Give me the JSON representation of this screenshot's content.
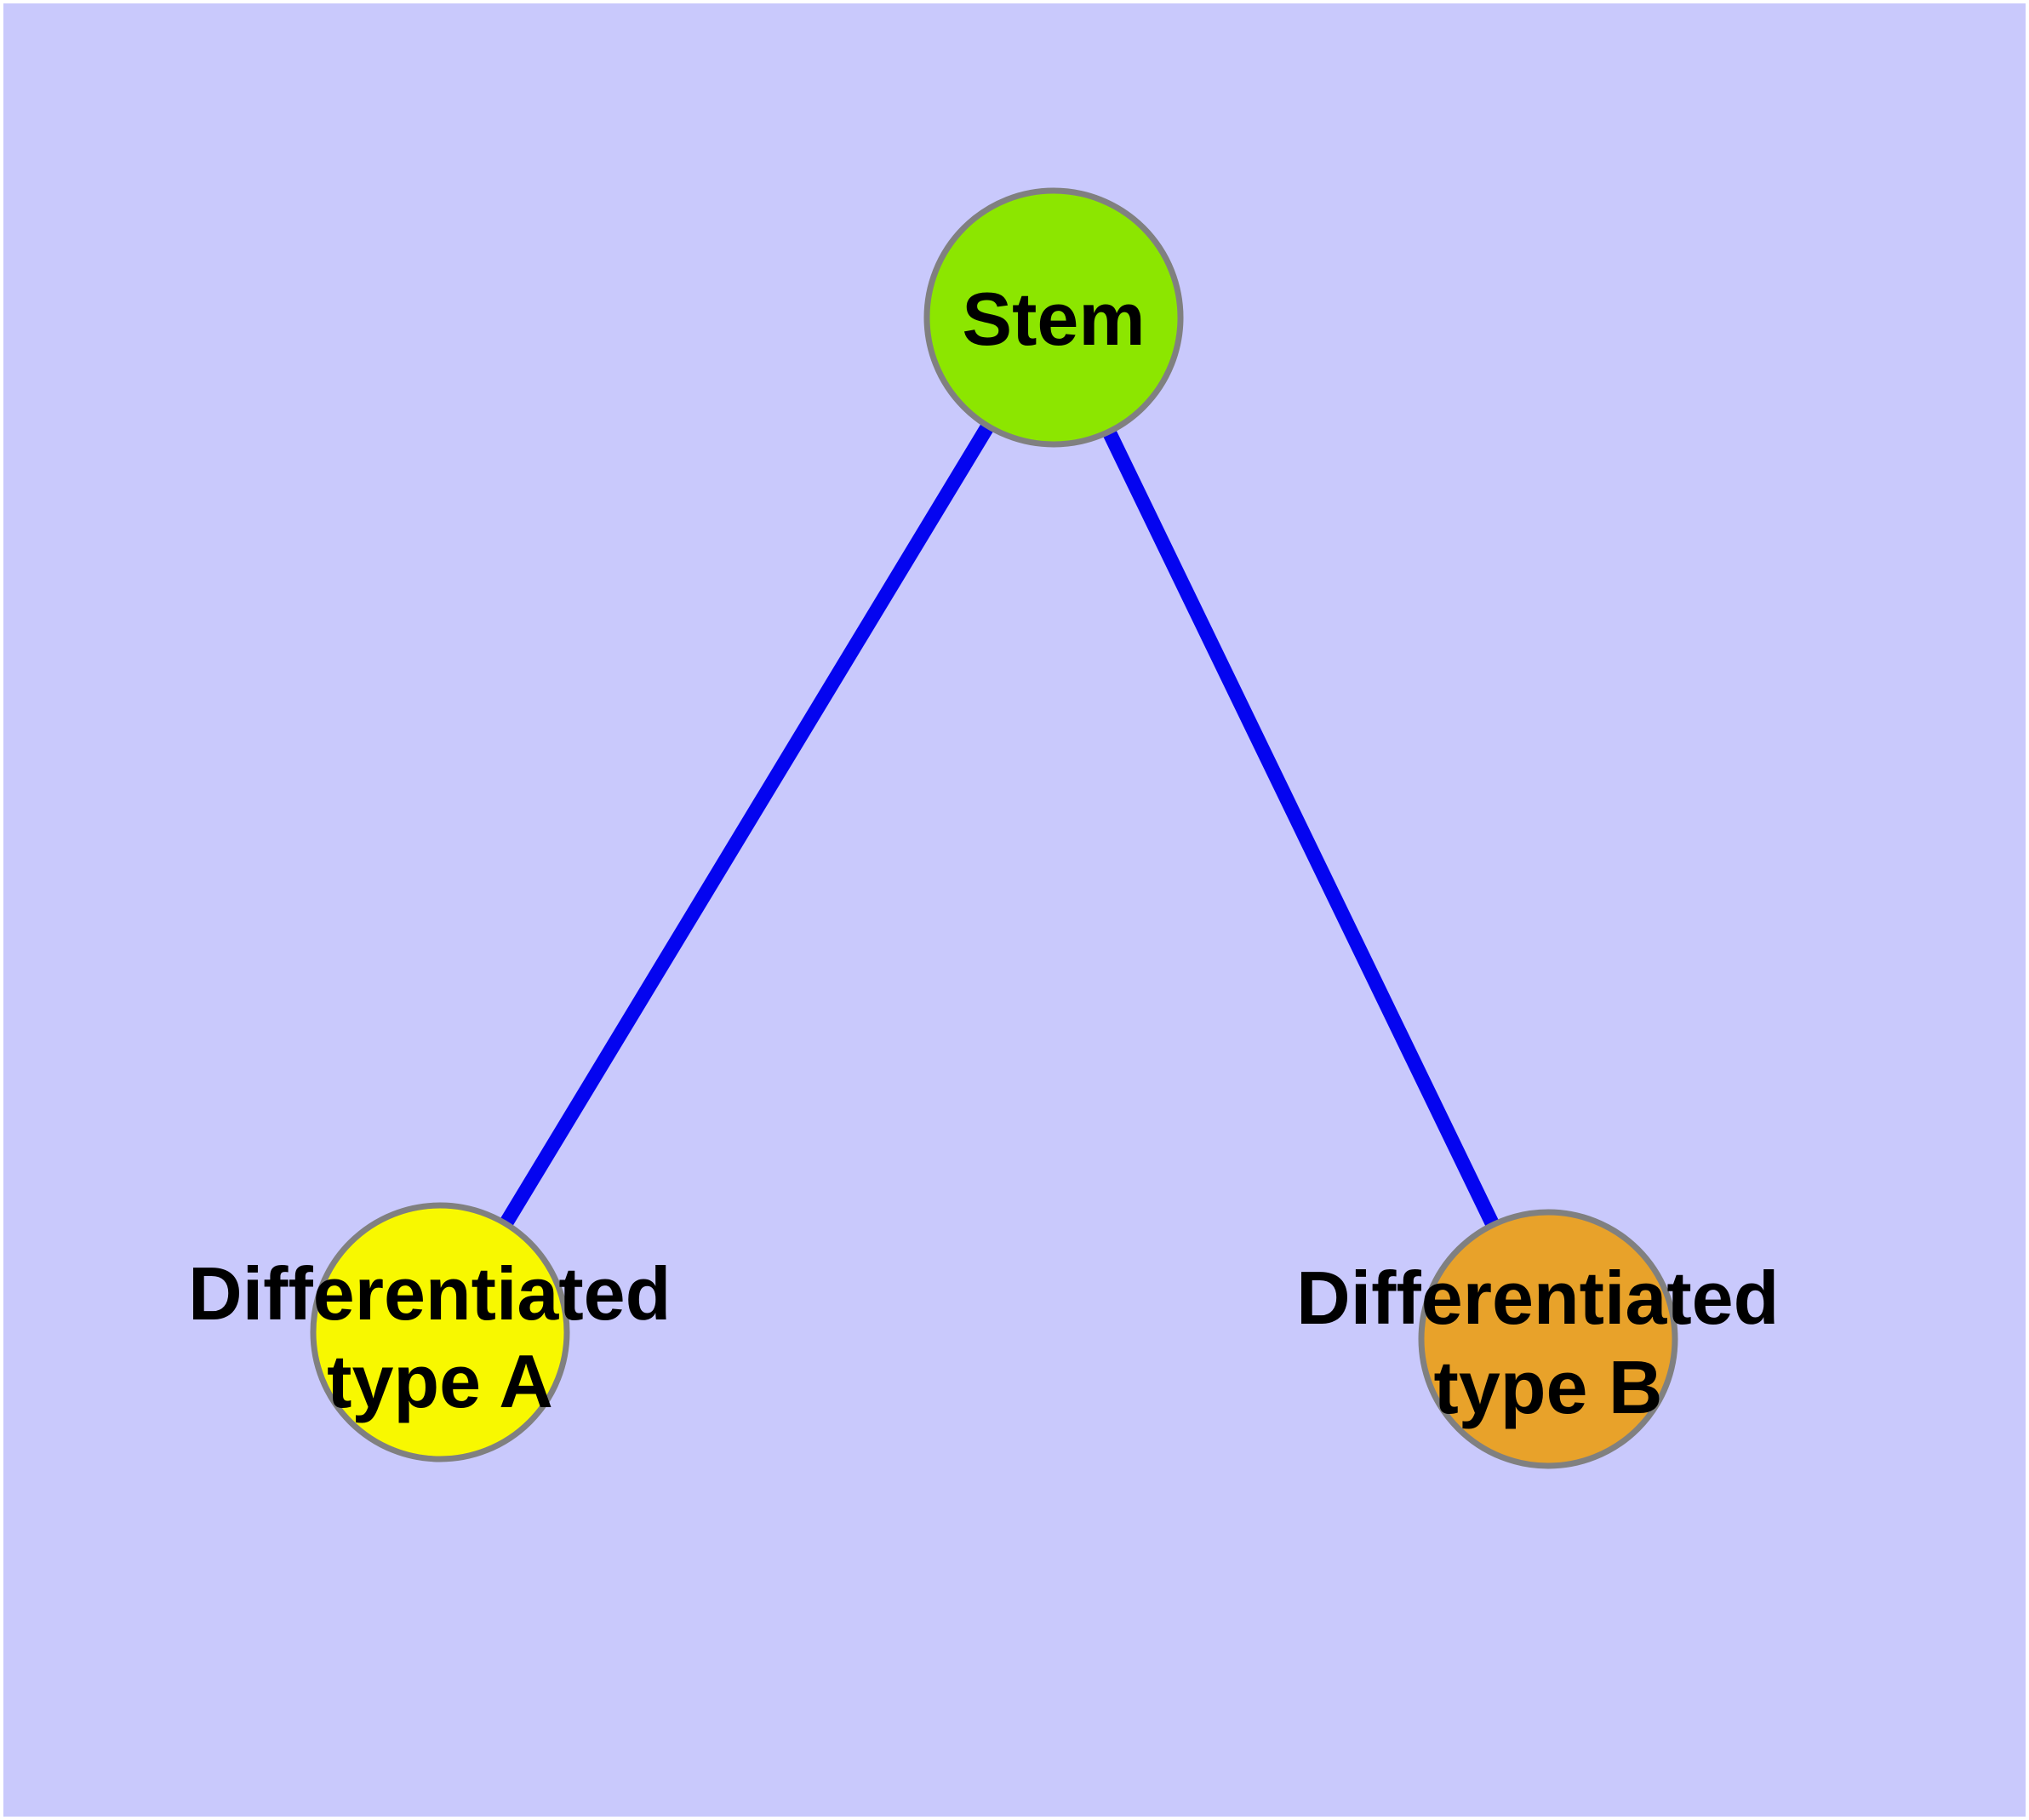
{
  "diagram": {
    "background_color": "#FFFFFF",
    "panel_color": "#C9C9FC",
    "edge_color": "#0404F0",
    "node_border_color": "#808080",
    "label_color": "#000000",
    "nodes": [
      {
        "id": "stem",
        "label": "Stem",
        "fill": "#8CE600"
      },
      {
        "id": "differentiated-type-a",
        "label_line1": "Differentiated",
        "label_line2": "type A",
        "fill": "#F8F800"
      },
      {
        "id": "differentiated-type-b",
        "label_line1": "Differentiated",
        "label_line2": "type B",
        "fill": "#E8A22A"
      }
    ],
    "edges": [
      {
        "from": "Stem",
        "to": "Differentiated type A"
      },
      {
        "from": "Stem",
        "to": "Differentiated type B"
      }
    ]
  }
}
